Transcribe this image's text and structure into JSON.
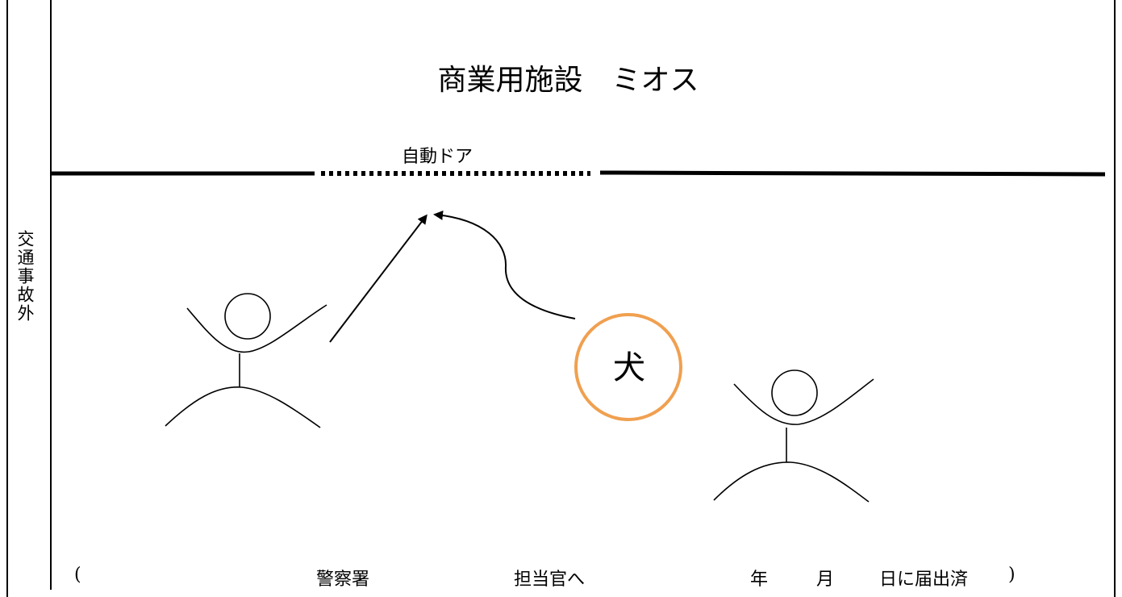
{
  "side_label": "交通事故外",
  "title": "商業用施設　ミオス",
  "door_label": "自動ドア",
  "dog_label": "犬",
  "footer": {
    "open_paren": "(",
    "police_station": "警察署",
    "officer": "担当官へ",
    "year": "年",
    "month": "月",
    "day_reported": "日に届出済",
    "close_paren": ")"
  },
  "colors": {
    "line": "#000000",
    "dog_circle": "#f0a050"
  }
}
